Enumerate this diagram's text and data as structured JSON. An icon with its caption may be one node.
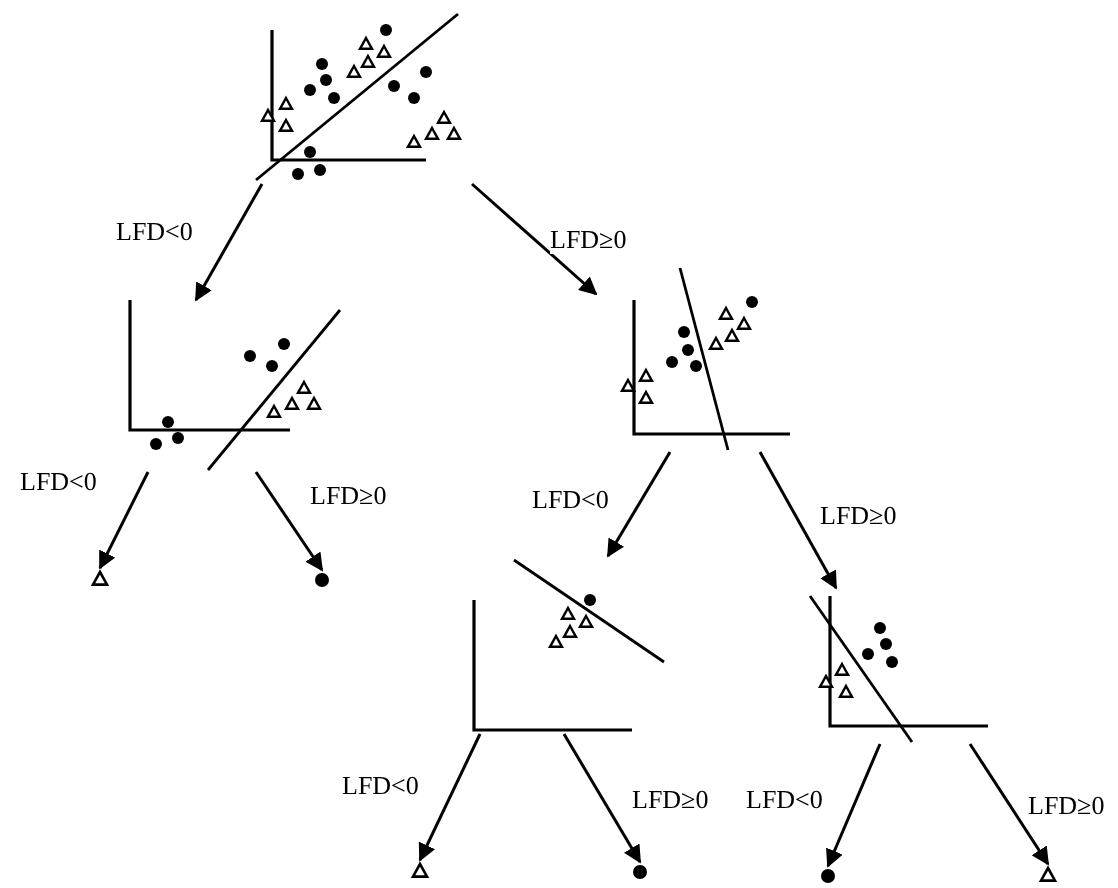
{
  "diagram": {
    "nodes": [
      {
        "text": [],
        "shape": "picture"
      },
      {
        "text": [],
        "shape": "picture"
      },
      {
        "text": [],
        "shape": "picture"
      },
      {
        "text": [],
        "shape": "triangle"
      },
      {
        "text": [],
        "shape": "circle"
      },
      {
        "text": [],
        "shape": "picture"
      },
      {
        "text": [],
        "shape": "picture"
      },
      {
        "text": [],
        "shape": "triangle"
      },
      {
        "text": [],
        "shape": "circle"
      },
      {
        "text": [],
        "shape": "circle"
      },
      {
        "text": [],
        "shape": "triangle"
      }
    ],
    "edges": [
      {
        "from": 0,
        "to": 1,
        "arrow": "to",
        "label": "LFD<0"
      },
      {
        "from": 0,
        "to": 2,
        "arrow": "to",
        "label": "LFD≥0"
      },
      {
        "from": 1,
        "to": 3,
        "arrow": "to",
        "label": "LFD<0"
      },
      {
        "from": 1,
        "to": 4,
        "arrow": "to",
        "label": "LFD≥0"
      },
      {
        "from": 2,
        "to": 5,
        "arrow": "to",
        "label": "LFD<0"
      },
      {
        "from": 2,
        "to": 6,
        "arrow": "to",
        "label": "LFD≥0"
      },
      {
        "from": 5,
        "to": 7,
        "arrow": "to",
        "label": "LFD<0"
      },
      {
        "from": 5,
        "to": 8,
        "arrow": "to",
        "label": "LFD≥0"
      },
      {
        "from": 6,
        "to": 9,
        "arrow": "to",
        "label": "LFD<0"
      },
      {
        "from": 6,
        "to": 10,
        "arrow": "to",
        "label": "LFD≥0"
      }
    ]
  }
}
